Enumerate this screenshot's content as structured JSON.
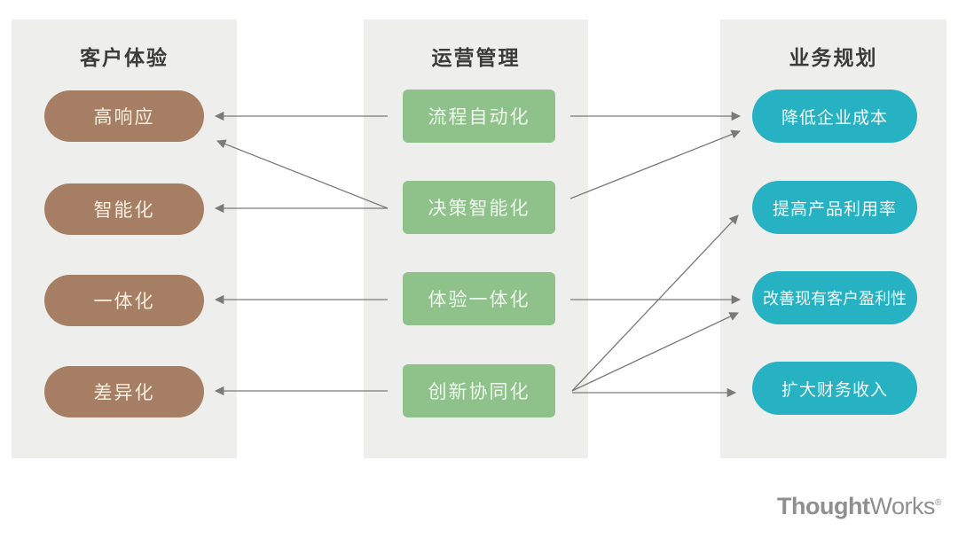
{
  "diagram": {
    "columns": [
      {
        "header": "客户体验",
        "items": [
          {
            "label": "高响应"
          },
          {
            "label": "智能化"
          },
          {
            "label": "一体化"
          },
          {
            "label": "差异化"
          }
        ]
      },
      {
        "header": "运营管理",
        "items": [
          {
            "label": "流程自动化"
          },
          {
            "label": "决策智能化"
          },
          {
            "label": "体验一体化"
          },
          {
            "label": "创新协同化"
          }
        ]
      },
      {
        "header": "业务规划",
        "items": [
          {
            "label": "降低企业成本"
          },
          {
            "label": "提高产品利用率"
          },
          {
            "label": "改善现有客户盈利性"
          },
          {
            "label": "扩大财务收入"
          }
        ]
      }
    ],
    "connections": [
      {
        "from": "流程自动化",
        "to": "高响应"
      },
      {
        "from": "流程自动化",
        "to": "降低企业成本"
      },
      {
        "from": "决策智能化",
        "to": "高响应"
      },
      {
        "from": "决策智能化",
        "to": "智能化"
      },
      {
        "from": "决策智能化",
        "to": "降低企业成本"
      },
      {
        "from": "体验一体化",
        "to": "一体化"
      },
      {
        "from": "体验一体化",
        "to": "改善现有客户盈利性"
      },
      {
        "from": "创新协同化",
        "to": "差异化"
      },
      {
        "from": "创新协同化",
        "to": "提高产品利用率"
      },
      {
        "from": "创新协同化",
        "to": "改善现有客户盈利性"
      },
      {
        "from": "创新协同化",
        "to": "扩大财务收入"
      }
    ]
  },
  "colors": {
    "customer_pill": "#a67e63",
    "operation_box": "#8fc28b",
    "business_pill": "#26b2c3",
    "panel_background": "#eeeeec",
    "arrow": "#7a7a7a"
  },
  "footer": {
    "brand_bold": "Thought",
    "brand_light": "Works",
    "registered": "®"
  }
}
